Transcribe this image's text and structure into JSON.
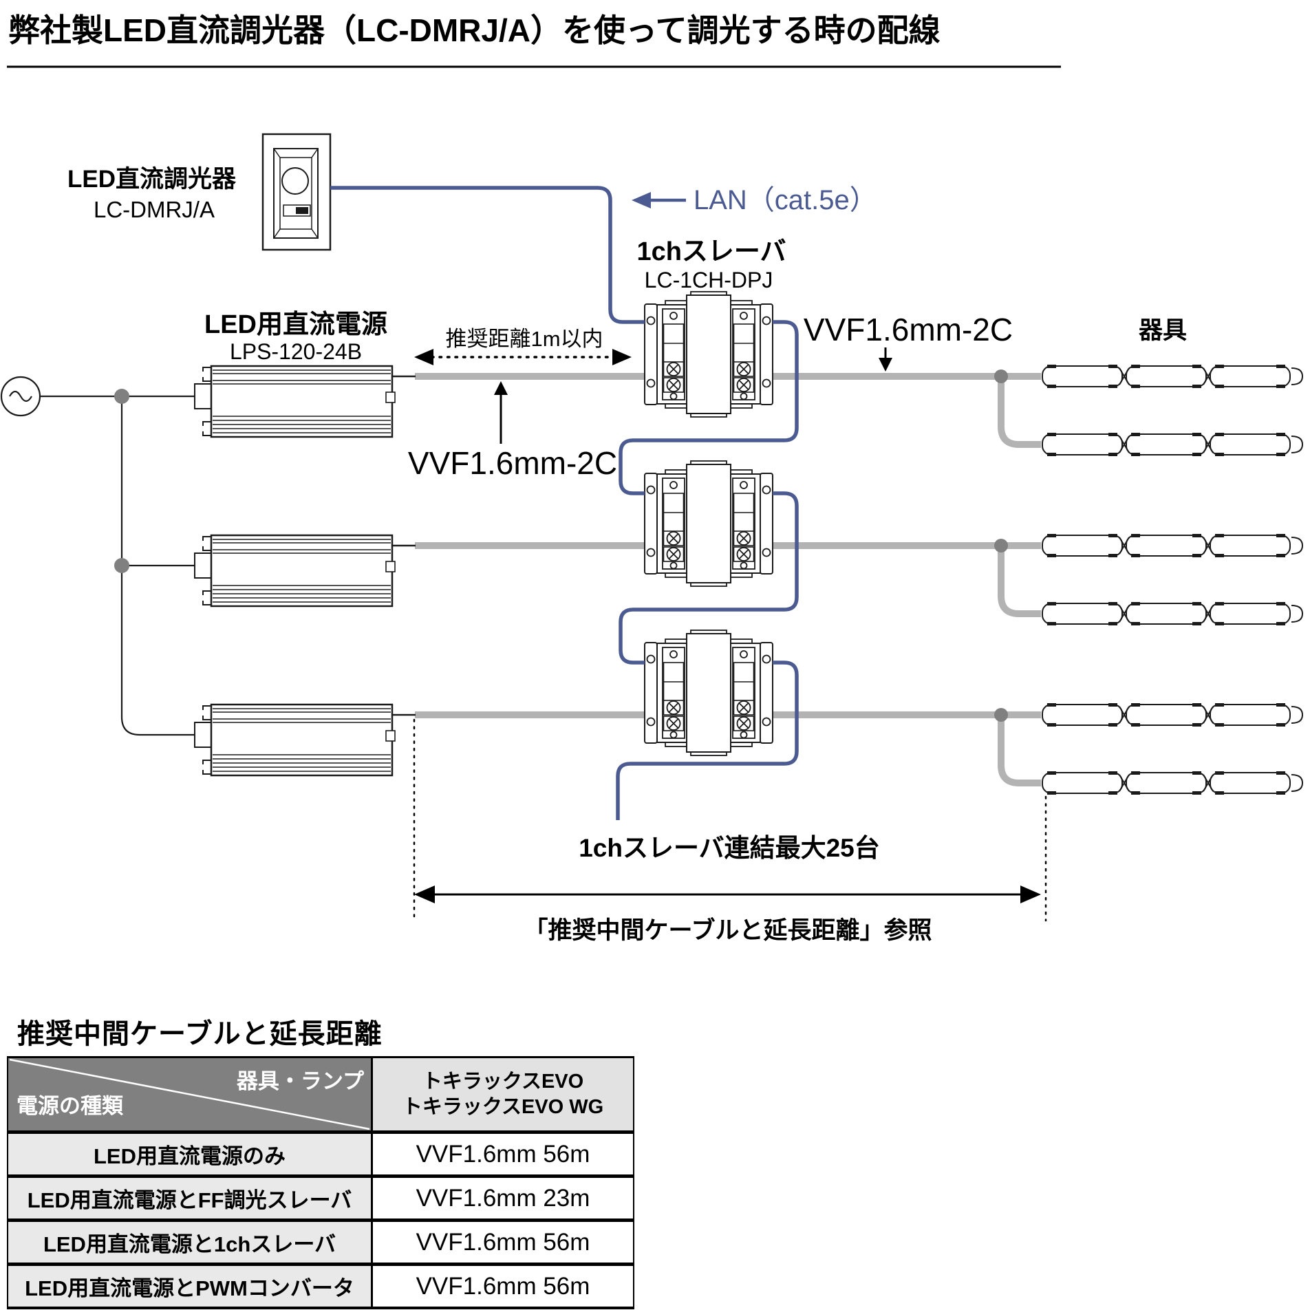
{
  "title": "弊社製LED直流調光器（LC-DMRJ/A）を使って調光する時の配線",
  "diagram": {
    "dimmer": {
      "label": "LED直流調光器",
      "model": "LC-DMRJ/A"
    },
    "lan_label": "LAN（cat.5e）",
    "slave": {
      "label": "1chスレーバ",
      "model": "LC-1CH-DPJ"
    },
    "psu": {
      "label": "LED用直流電源",
      "model": "LPS-120-24B"
    },
    "distance_label": "推奨距離1m以内",
    "vvf_label_left": "VVF1.6mm-2C",
    "vvf_label_right": "VVF1.6mm-2C",
    "fixture_label": "器具",
    "chain_label": "1chスレーバ連結最大25台",
    "extension_ref_label": "「推奨中間ケーブルと延長距離」参照",
    "colors": {
      "wire_blue": "#4b5b92",
      "wire_gray": "#b3b3b3",
      "junction_gray": "#808080"
    }
  },
  "table": {
    "section_title": "推奨中間ケーブルと延長距離",
    "header": {
      "corner_top": "器具・ランプ",
      "corner_bottom": "電源の種類",
      "col_line1": "トキラックスEVO",
      "col_line2": "トキラックスEVO WG"
    },
    "rows": [
      {
        "source": "LED用直流電源のみ",
        "value": "VVF1.6mm 56m"
      },
      {
        "source": "LED用直流電源とFF調光スレーバ",
        "value": "VVF1.6mm 23m"
      },
      {
        "source": "LED用直流電源と1chスレーバ",
        "value": "VVF1.6mm 56m"
      },
      {
        "source": "LED用直流電源とPWMコンバータ",
        "value": "VVF1.6mm 56m"
      }
    ]
  }
}
